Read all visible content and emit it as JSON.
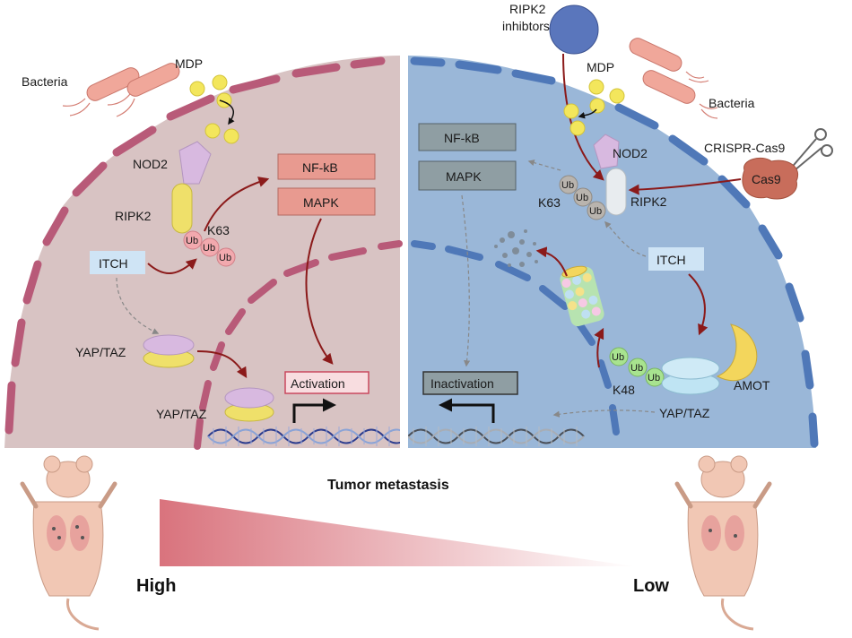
{
  "colors": {
    "left_cell_fill": "#d8c3c3",
    "right_cell_fill": "#9ab7d8",
    "left_membrane": "#b85a78",
    "right_membrane": "#4f78b8",
    "arrow_active": "#8b1a1a",
    "arrow_inactive": "#888888",
    "box_red_fill": "#e89a90",
    "box_gray_fill": "#8f9ea3",
    "itch_fill": "#cfe4f5",
    "gradient_start": "#d9737d"
  },
  "left": {
    "bacteria": "Bacteria",
    "mdp": "MDP",
    "nod2": "NOD2",
    "ripk2": "RIPK2",
    "k63": "K63",
    "ub": "Ub",
    "itch": "ITCH",
    "nfkb": "NF-kB",
    "mapk": "MAPK",
    "yaptaz_1": "YAP/TAZ",
    "yaptaz_2": "YAP/TAZ",
    "activation": "Activation"
  },
  "right": {
    "ripk2_inhibitors_line1": "RIPK2",
    "ripk2_inhibitors_line2": "inhibtors",
    "mdp": "MDP",
    "bacteria": "Bacteria",
    "crispr": "CRISPR-Cas9",
    "cas9": "Cas9",
    "nod2": "NOD2",
    "ripk2": "RIPK2",
    "k63": "K63",
    "ub": "Ub",
    "nfkb": "NF-kB",
    "mapk": "MAPK",
    "itch": "ITCH",
    "amot": "AMOT",
    "k48": "K48",
    "yaptaz": "YAP/TAZ",
    "inactivation": "Inactivation"
  },
  "bottom": {
    "title": "Tumor metastasis",
    "high": "High",
    "low": "Low"
  }
}
